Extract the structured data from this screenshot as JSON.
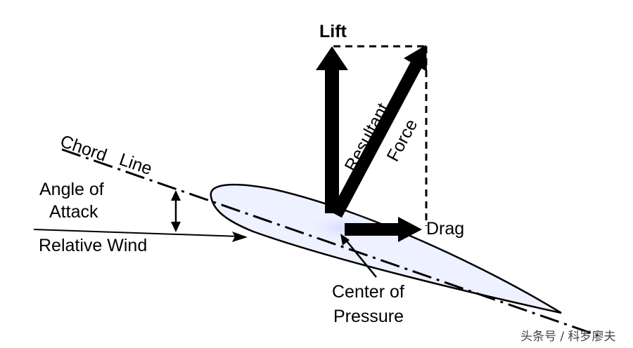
{
  "labels": {
    "lift": "Lift",
    "resultant_line1": "Resultant",
    "resultant_line2": "Force",
    "chord_word1": "Chord",
    "chord_word2": "Line",
    "angle_line1": "Angle of",
    "angle_line2": "Attack",
    "relative_wind": "Relative Wind",
    "drag": "Drag",
    "center_line1": "Center of",
    "center_line2": "Pressure"
  },
  "watermark": "头条号 / 科罗廖夫",
  "colors": {
    "ink": "#000000",
    "airfoil_fill": "#eef1ff",
    "background": "#ffffff"
  }
}
